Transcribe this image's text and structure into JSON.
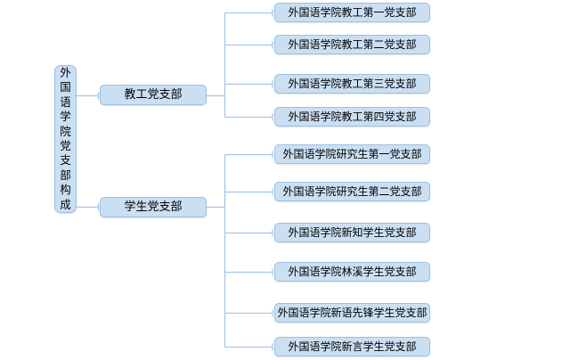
{
  "diagram": {
    "title": "外国语学院党支部构成",
    "colors": {
      "node_fill": "#CBDFF2",
      "node_border": "#9DC0E2",
      "connector": "#A6C5E5",
      "text": "#000000",
      "background": "#FFFFFF"
    },
    "branches": [
      {
        "label": "教工党支部",
        "children": [
          "外国语学院教工第一党支部",
          "外国语学院教工第二党支部",
          "外国语学院教工第三党支部",
          "外国语学院教工第四党支部"
        ]
      },
      {
        "label": "学生党支部",
        "children": [
          "外国语学院研究生第一党支部",
          "外国语学院研究生第二党支部",
          "外国语学院新知学生党支部",
          "外国语学院林溪学生党支部",
          "外国语学院新语先锋学生党支部",
          "外国语学院新言学生党支部"
        ]
      }
    ]
  }
}
